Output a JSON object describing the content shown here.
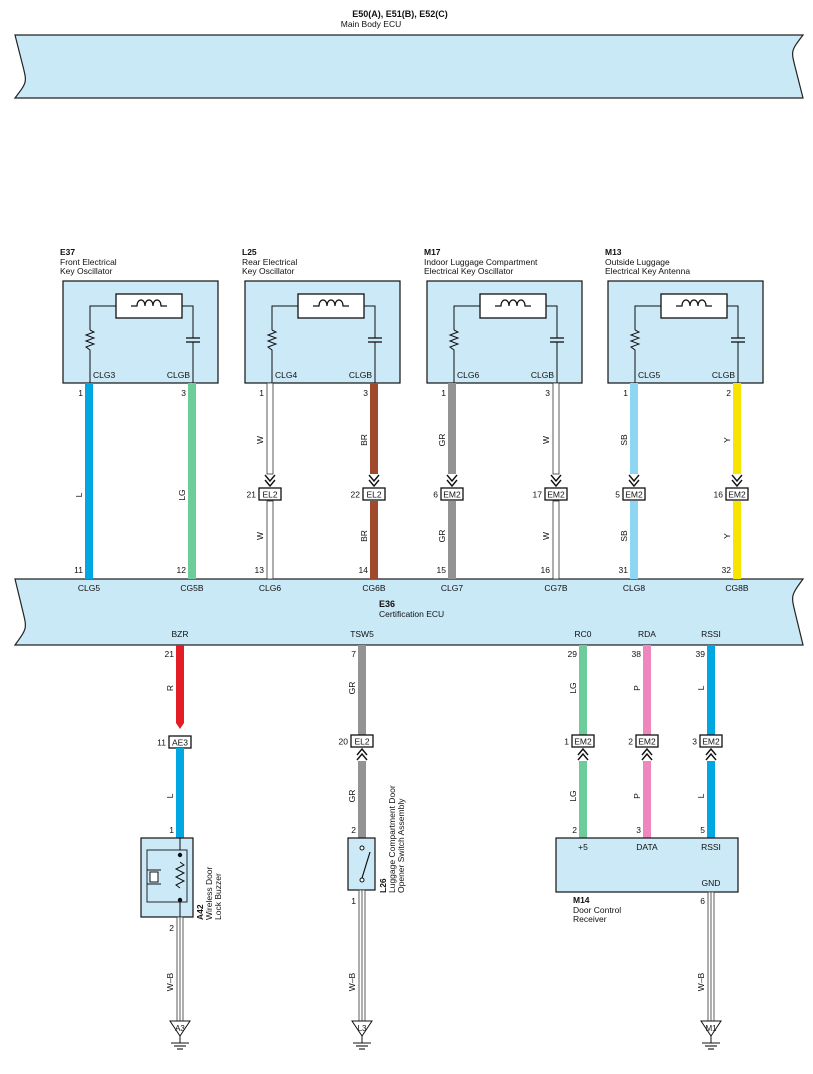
{
  "colors": {
    "ecu_fill": "#c9e9f7",
    "box_fill": "#cce9f7",
    "L": "#00a7e1",
    "LG": "#6ecb9a",
    "W": "#ffffff",
    "BR": "#a0492c",
    "GR": "#939393",
    "SB": "#8dd7f5",
    "Y": "#f7e400",
    "R": "#e31d25",
    "P": "#ef86bd",
    "WB": "#ffffff"
  },
  "main_ecu": {
    "codes": "E50(A), E51(B), E52(C)",
    "name": "Main Body ECU"
  },
  "cert_ecu": {
    "code": "E36",
    "name": "Certification ECU"
  },
  "oscillators": [
    {
      "code": "E37",
      "line1": "Front Electrical",
      "line2": "Key Oscillator",
      "left_term": "CLG3",
      "right_term": "CLGB"
    },
    {
      "code": "L25",
      "line1": "Rear Electrical",
      "line2": "Key Oscillator",
      "left_term": "CLG4",
      "right_term": "CLGB"
    },
    {
      "code": "M17",
      "line1": "Indoor Luggage Compartment",
      "line2": "Electrical Key Oscillator",
      "left_term": "CLG6",
      "right_term": "CLGB"
    },
    {
      "code": "M13",
      "line1": "Outside Luggage",
      "line2": "Electrical Key Antenna",
      "left_term": "CLG5",
      "right_term": "CLGB"
    }
  ],
  "upper_wires": [
    {
      "top_pin": "1",
      "color": "L",
      "upper_label": "",
      "lower_label": "L",
      "connector": "",
      "conn_pin": "",
      "bottom_pin": "11",
      "ecu_term": "CLG5"
    },
    {
      "top_pin": "3",
      "color": "LG",
      "upper_label": "",
      "lower_label": "LG",
      "connector": "",
      "conn_pin": "",
      "bottom_pin": "12",
      "ecu_term": "CG5B"
    },
    {
      "top_pin": "1",
      "color": "W",
      "upper_label": "W",
      "lower_label": "W",
      "connector": "EL2",
      "conn_pin": "21",
      "bottom_pin": "13",
      "ecu_term": "CLG6"
    },
    {
      "top_pin": "3",
      "color": "BR",
      "upper_label": "BR",
      "lower_label": "BR",
      "connector": "EL2",
      "conn_pin": "22",
      "bottom_pin": "14",
      "ecu_term": "CG6B"
    },
    {
      "top_pin": "1",
      "color": "GR",
      "upper_label": "GR",
      "lower_label": "GR",
      "connector": "EM2",
      "conn_pin": "6",
      "bottom_pin": "15",
      "ecu_term": "CLG7"
    },
    {
      "top_pin": "3",
      "color": "W",
      "upper_label": "W",
      "lower_label": "W",
      "connector": "EM2",
      "conn_pin": "17",
      "bottom_pin": "16",
      "ecu_term": "CG7B"
    },
    {
      "top_pin": "1",
      "color": "SB",
      "upper_label": "SB",
      "lower_label": "SB",
      "connector": "EM2",
      "conn_pin": "5",
      "bottom_pin": "31",
      "ecu_term": "CLG8"
    },
    {
      "top_pin": "2",
      "color": "Y",
      "upper_label": "Y",
      "lower_label": "Y",
      "connector": "EM2",
      "conn_pin": "16",
      "bottom_pin": "32",
      "ecu_term": "CG8B"
    }
  ],
  "lower_wires": [
    {
      "ecu_term": "BZR",
      "ecu_pin": "21",
      "upper_color": "R",
      "upper_label": "R",
      "connector": "AE3",
      "conn_pin": "11",
      "lower_color": "L",
      "lower_label": "L",
      "end_pin": "1"
    },
    {
      "ecu_term": "TSW5",
      "ecu_pin": "7",
      "upper_color": "GR",
      "upper_label": "GR",
      "connector": "EL2",
      "conn_pin": "20",
      "lower_color": "GR",
      "lower_label": "GR",
      "end_pin": "2"
    },
    {
      "ecu_term": "RC0",
      "ecu_pin": "29",
      "upper_color": "LG",
      "upper_label": "LG",
      "connector": "EM2",
      "conn_pin": "1",
      "lower_color": "LG",
      "lower_label": "LG",
      "end_pin": "2"
    },
    {
      "ecu_term": "RDA",
      "ecu_pin": "38",
      "upper_color": "P",
      "upper_label": "P",
      "connector": "EM2",
      "conn_pin": "2",
      "lower_color": "P",
      "lower_label": "P",
      "end_pin": "3"
    },
    {
      "ecu_term": "RSSI",
      "ecu_pin": "39",
      "upper_color": "L",
      "upper_label": "L",
      "connector": "EM2",
      "conn_pin": "3",
      "lower_color": "L",
      "lower_label": "L",
      "end_pin": "5"
    }
  ],
  "buzzer": {
    "code": "A42",
    "line1": "Wireless Door",
    "line2": "Lock Buzzer",
    "ground_pin": "2",
    "ground_label": "W–B",
    "ground_ref": "A3"
  },
  "switch": {
    "code": "L26",
    "line1": "Luggage Compartment Door",
    "line2": "Opener Switch Assembly",
    "ground_pin": "1",
    "ground_label": "W–B",
    "ground_ref": "L3"
  },
  "receiver": {
    "code": "M14",
    "line1": "Door Control",
    "line2": "Receiver",
    "terms": [
      "+5",
      "DATA",
      "RSSI"
    ],
    "gnd_term": "GND",
    "ground_pin": "6",
    "ground_label": "W–B",
    "ground_ref": "M1"
  }
}
